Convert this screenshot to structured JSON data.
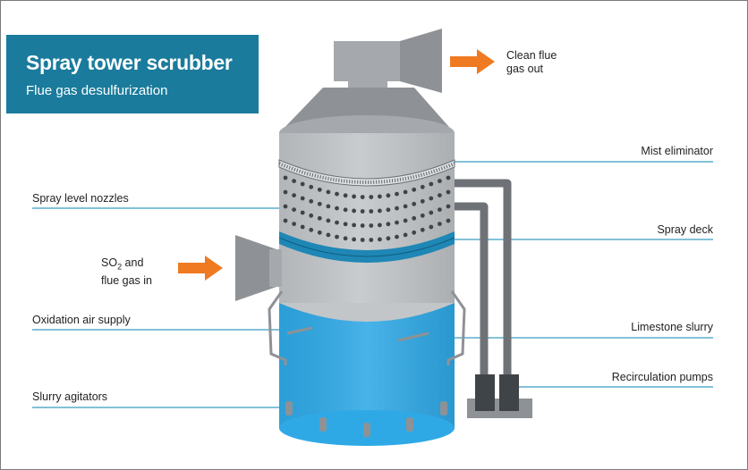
{
  "title": {
    "main": "Spray tower scrubber",
    "sub": "Flue gas desulfurization"
  },
  "labels": {
    "clean_gas": [
      "Clean flue",
      "gas out"
    ],
    "mist_eliminator": "Mist eliminator",
    "spray_nozzles": "Spray level nozzles",
    "spray_deck": "Spray deck",
    "so2_in_prefix": "SO",
    "so2_in_subscript": "2",
    "so2_in_suffix": " and",
    "so2_in_line2": "flue gas in",
    "oxidation_air": "Oxidation air supply",
    "limestone": "Limestone slurry",
    "recirc_pumps": "Recirculation pumps",
    "agitators": "Slurry agitators"
  },
  "colors": {
    "title_bg": "#1a7b9c",
    "arrow": "#f07a22",
    "leader": "#3a9cc2",
    "tower_gray": "#b4b8bc",
    "tower_dark": "#8e9296",
    "slurry": "#2fa9e6",
    "band": "#1f87b5",
    "pipe": "#6e7276",
    "pump": "#3f4448"
  }
}
